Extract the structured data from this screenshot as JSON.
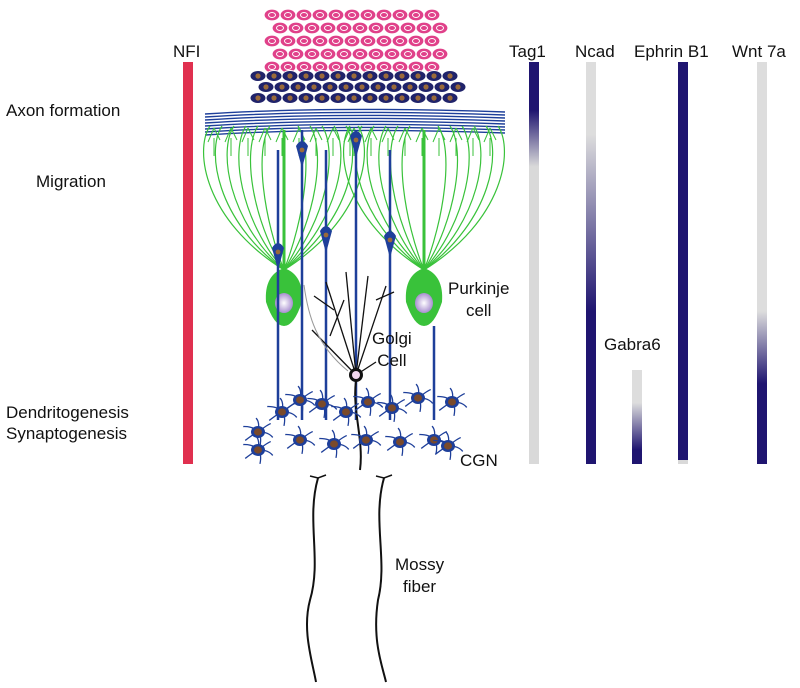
{
  "stages": {
    "axon": "Axon formation",
    "migration": "Migration",
    "dendrito": "Dendritogenesis",
    "synapto": "Synaptogenesis"
  },
  "cells": {
    "purkinje_1": "Purkinje",
    "purkinje_2": "cell",
    "golgi_1": "Golgi",
    "golgi_2": "Cell",
    "cgn": "CGN",
    "mossy_1": "Mossy",
    "mossy_2": "fiber"
  },
  "markers": {
    "nfi": "NFI",
    "tag1": "Tag1",
    "ncad": "Ncad",
    "ephrin": "Ephrin B1",
    "wnt": "Wnt 7a",
    "gabra6": "Gabra6"
  },
  "colors": {
    "nfi": "#e0304f",
    "expression_high": "#1f1570",
    "expression_low": "#d9d9d9",
    "granule_precursor": "#e0418a",
    "granule_cell": "#1e3f9a",
    "nucleus": "#7a4a2a",
    "purkinje": "#39c23a",
    "golgi": "#111111"
  }
}
